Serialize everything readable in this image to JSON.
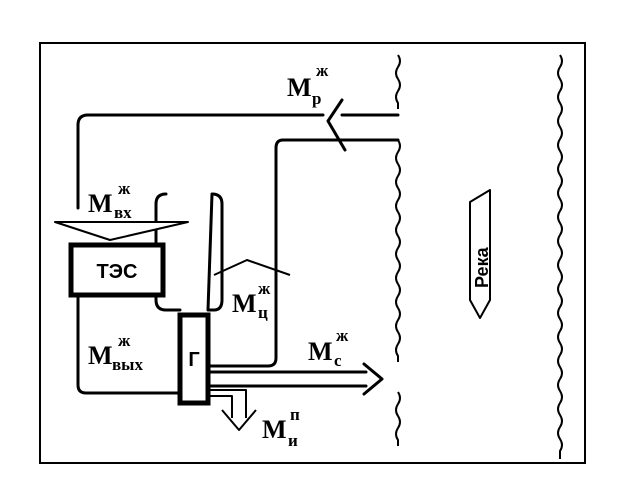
{
  "diagram": {
    "plant_label": "ТЭС",
    "generator_label": "Г",
    "river_label": "Река",
    "flows": {
      "river": {
        "main": "M",
        "sup": "ж",
        "sub": "р"
      },
      "inflow": {
        "main": "M",
        "sup": "ж",
        "sub": "вх"
      },
      "circulation": {
        "main": "M",
        "sup": "ж",
        "sub": "ц"
      },
      "outflow": {
        "main": "M",
        "sup": "ж",
        "sub": "вых"
      },
      "discharge": {
        "main": "M",
        "sup": "ж",
        "sub": "с"
      },
      "evaporation": {
        "main": "M",
        "sup": "п",
        "sub": "и"
      }
    }
  }
}
